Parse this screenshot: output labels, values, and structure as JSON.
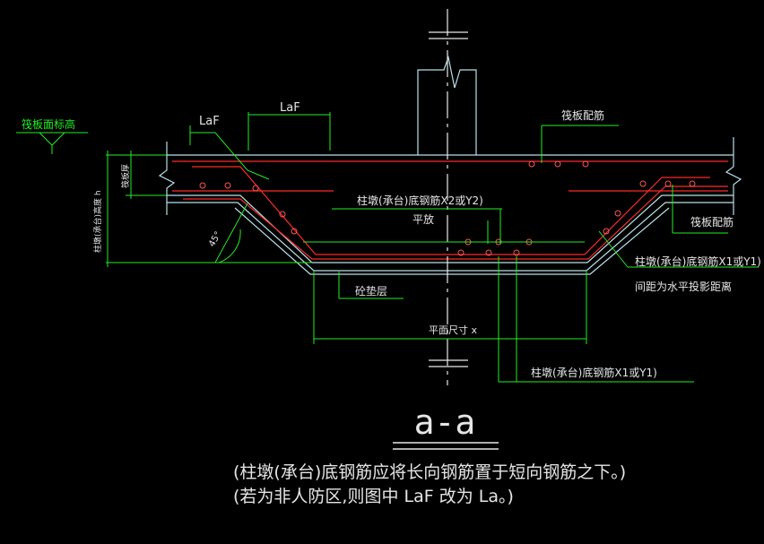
{
  "colors": {
    "background": "#000000",
    "outline": "#b8e0e8",
    "rebar": "#ff2a2a",
    "dimension": "#22ee22",
    "axis": "#e8e8e8",
    "text": "#e6e6e6",
    "elevation_label": "#22ee22",
    "rebar_dot": "#ff5555"
  },
  "labels": {
    "slab_top_elevation": "筏板面标高",
    "laf_left": "LaF",
    "laf_top": "LaF",
    "raft_rebar": "筏板配筋",
    "raft_rebar_right": "筏板配筋",
    "raft_thickness": "筏板厚",
    "pier_height": "柱墩(承台)高度 h",
    "pier_bottom_rebar_x2": "柱墩(承台)底钢筋X2或Y2)",
    "flat_placement": "平放",
    "pier_bottom_rebar_x1_right": "柱墩(承台)底钢筋X1或Y1)",
    "spacing_note": "间距为水平投影距离",
    "cushion_layer": "砼垫层",
    "plan_size": "平面尺寸 x",
    "pier_bottom_rebar_x1_bottom": "柱墩(承台)底钢筋X1或Y1)",
    "angle": "45°"
  },
  "section_title": "a-a",
  "notes": [
    "(柱墩(承台)底钢筋应将长向钢筋置于短向钢筋之下。)",
    "(若为非人防区,则图中 LaF 改为 La。)"
  ]
}
